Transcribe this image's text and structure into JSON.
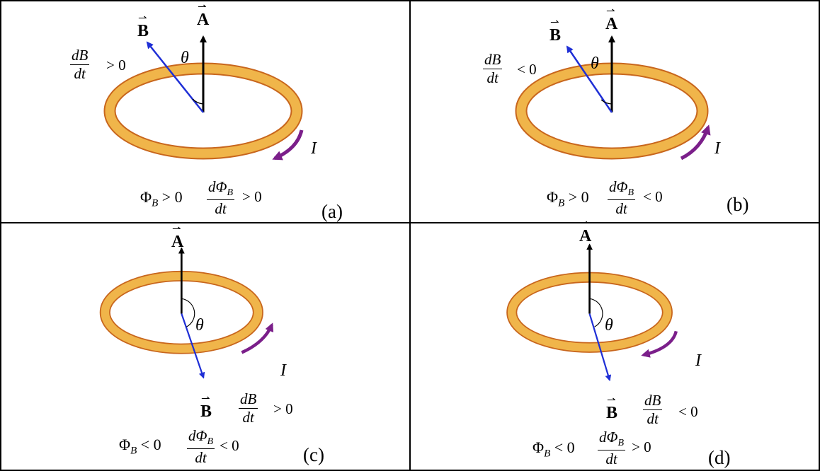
{
  "symbols": {
    "A": "A",
    "B": "B",
    "theta": "θ",
    "I": "I",
    "vec_arrow": "⇀"
  },
  "colors": {
    "ring": "#e8a93a",
    "ring_edge": "#c8661d",
    "current": "#7b1f8a",
    "B_vector": "#1f2fd6",
    "A_vector": "#000000"
  },
  "panels": [
    {
      "label": "(a)",
      "dBdt_num": "dB",
      "dBdt_den": "dt",
      "dBdt_rel": "> 0",
      "flux_sign": "Φ",
      "flux_sub": "B",
      "flux_rel": "> 0",
      "dflux_num": "dΦ",
      "dflux_sub": "B",
      "dflux_den": "dt",
      "dflux_rel": "> 0"
    },
    {
      "label": "(b)",
      "dBdt_num": "dB",
      "dBdt_den": "dt",
      "dBdt_rel": "< 0",
      "flux_sign": "Φ",
      "flux_sub": "B",
      "flux_rel": "> 0",
      "dflux_num": "dΦ",
      "dflux_sub": "B",
      "dflux_den": "dt",
      "dflux_rel": "< 0"
    },
    {
      "label": "(c)",
      "dBdt_num": "dB",
      "dBdt_den": "dt",
      "dBdt_rel": "> 0",
      "flux_sign": "Φ",
      "flux_sub": "B",
      "flux_rel": "< 0",
      "dflux_num": "dΦ",
      "dflux_sub": "B",
      "dflux_den": "dt",
      "dflux_rel": "< 0"
    },
    {
      "label": "(d)",
      "dBdt_num": "dB",
      "dBdt_den": "dt",
      "dBdt_rel": "< 0",
      "flux_sign": "Φ",
      "flux_sub": "B",
      "flux_rel": "< 0",
      "dflux_num": "dΦ",
      "dflux_sub": "B",
      "dflux_den": "dt",
      "dflux_rel": "> 0"
    }
  ]
}
